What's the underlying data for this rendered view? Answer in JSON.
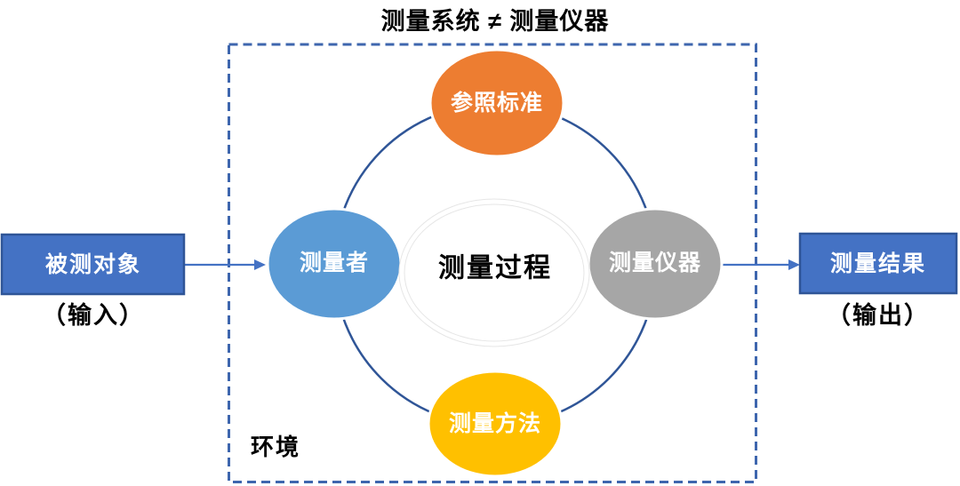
{
  "diagram": {
    "title": "测量系统 ≠ 测量仪器",
    "environment_label": "环境",
    "process": {
      "label": "测量过程"
    },
    "nodes": {
      "top": {
        "label": "参照标准",
        "color": "#ED7D31"
      },
      "left": {
        "label": "测量者",
        "color": "#5B9BD5"
      },
      "right": {
        "label": "测量仪器",
        "color": "#A6A6A6"
      },
      "bottom": {
        "label": "测量方法",
        "color": "#FFC000"
      }
    },
    "input_box": {
      "label": "被测对象",
      "caption": "（输入）"
    },
    "output_box": {
      "label": "测量结果",
      "caption": "（输出）"
    },
    "colors": {
      "box_fill": "#4472C4",
      "box_border": "#2F5597",
      "arrow": "#4472C4",
      "cycle_circle": "#2F5597",
      "dashed_border": "#3E66AE",
      "node_text": "#FFFFFF",
      "text_dark": "#000000",
      "node_ring": "#FFFFFF",
      "process_ring": "#FFFFFF",
      "process_halo": "#E6E6E6"
    }
  }
}
